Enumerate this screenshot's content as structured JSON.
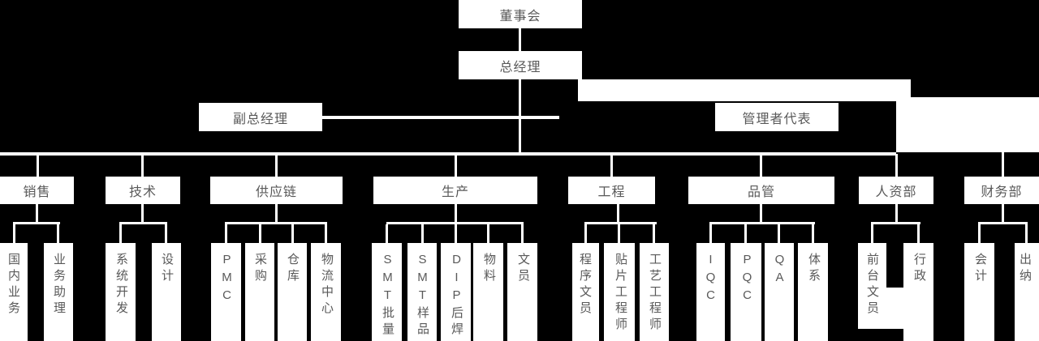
{
  "chart": {
    "board": "董事会",
    "general_manager": "总经理",
    "deputy_general_manager": "副总经理",
    "management_representative": "管理者代表",
    "departments": [
      {
        "label": "销售",
        "children": [
          "国内业务",
          "业务助理"
        ]
      },
      {
        "label": "技术",
        "children": [
          "系统开发",
          "设计"
        ]
      },
      {
        "label": "供应链",
        "children": [
          "PMC",
          "采购",
          "仓库",
          "物流中心"
        ]
      },
      {
        "label": "生产",
        "children": [
          "SMT批量",
          "SMT样品",
          "DIP后焊",
          "物料",
          "文员"
        ]
      },
      {
        "label": "工程",
        "children": [
          "程序文员",
          "贴片工程师",
          "工艺工程师"
        ]
      },
      {
        "label": "品管",
        "children": [
          "IQC",
          "PQC",
          "QA",
          "体系"
        ]
      },
      {
        "label": "人资部",
        "children": [
          "前台文员",
          "行政"
        ]
      },
      {
        "label": "财务部",
        "children": [
          "会计",
          "出纳"
        ]
      }
    ]
  },
  "colors": {
    "background": "#000000",
    "box_fill": "#ffffff",
    "box_text": "#595959",
    "connector": "#ffffff"
  }
}
